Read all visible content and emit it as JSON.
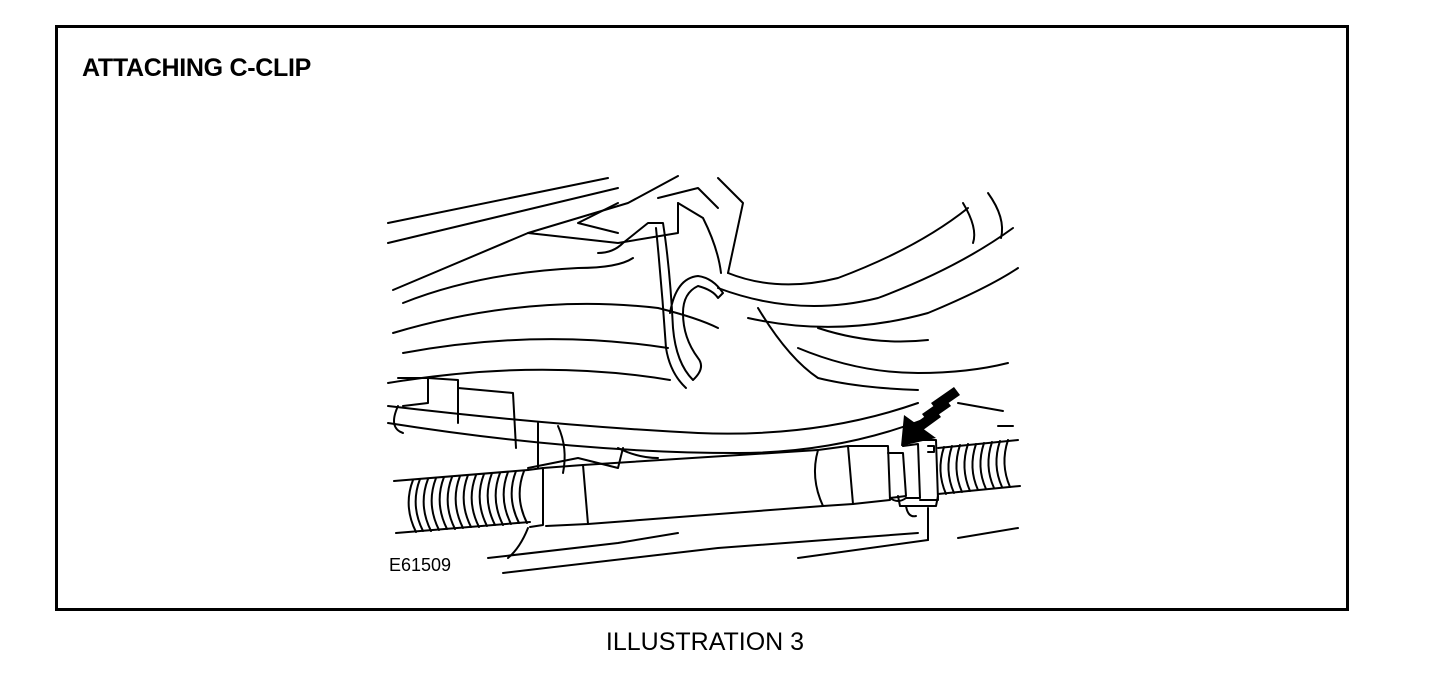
{
  "figure": {
    "title": "ATTACHING C-CLIP",
    "reference_code": "E61509",
    "caption": "ILLUSTRATION 3"
  },
  "icons": {
    "arrow": "dashed-arrow-icon"
  },
  "colors": {
    "ink": "#000000",
    "paper": "#ffffff"
  }
}
